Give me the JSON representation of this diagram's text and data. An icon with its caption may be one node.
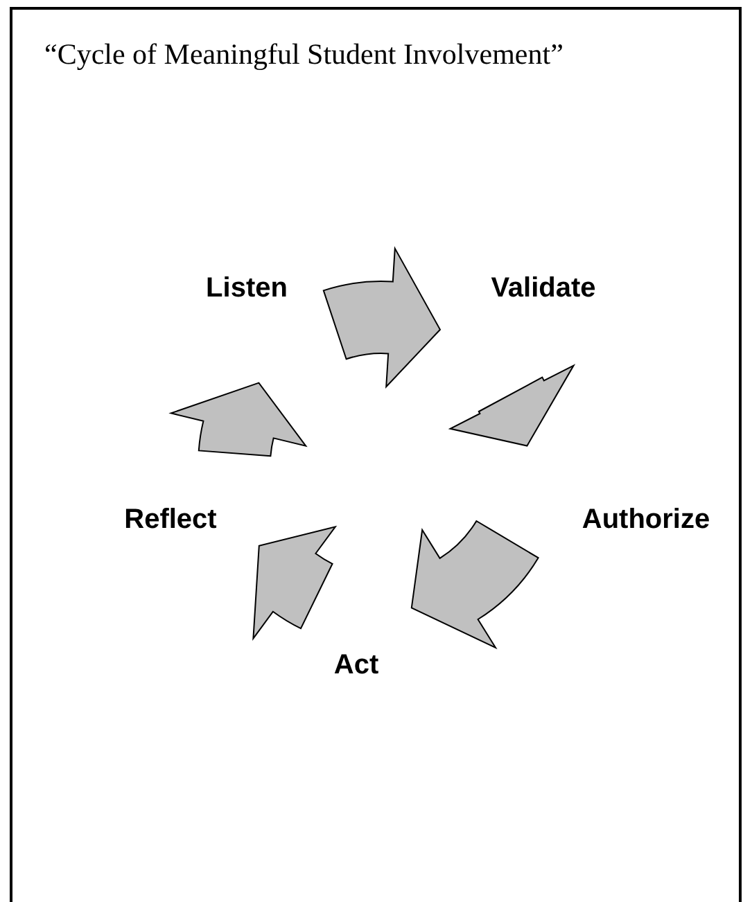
{
  "diagram": {
    "title": "“Cycle of Meaningful Student Involvement”",
    "nodes": [
      {
        "text": [
          "Listen"
        ]
      },
      {
        "text": [
          "Validate"
        ]
      },
      {
        "text": [
          "Authorize"
        ]
      },
      {
        "text": [
          "Act"
        ]
      },
      {
        "text": [
          "Reflect"
        ]
      }
    ],
    "edges": [
      {
        "from": 0,
        "to": 1,
        "arrow": "to"
      },
      {
        "from": 1,
        "to": 2,
        "arrow": "to"
      },
      {
        "from": 2,
        "to": 3,
        "arrow": "to"
      },
      {
        "from": 3,
        "to": 4,
        "arrow": "to"
      },
      {
        "from": 4,
        "to": 0,
        "arrow": "to"
      }
    ]
  }
}
